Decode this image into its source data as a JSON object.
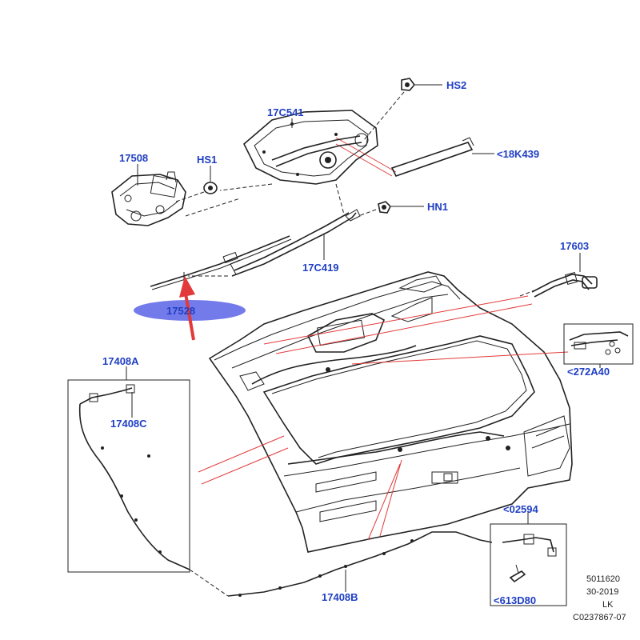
{
  "labels": {
    "hs2": "HS2",
    "p17c541": "17C541",
    "p17508": "17508",
    "hs1": "HS1",
    "p18k439": "<18K439",
    "hn1": "HN1",
    "p17c419": "17C419",
    "p17603": "17603",
    "p17528": "17528",
    "p17408a": "17408A",
    "p17408c": "17408C",
    "p272a40": "<272A40",
    "p02594": "<02594",
    "p17408b": "17408B",
    "p613d80": "<613D80"
  },
  "reference": {
    "line1": "5011620",
    "line2": "30-2019",
    "line3": "LK",
    "line4": "C0237867-07"
  },
  "colors": {
    "callout_blue": "#1f3fc4",
    "highlight_ellipse": "#5b63e6",
    "arrow_red": "#e23a3a",
    "line_dark": "#222222"
  }
}
